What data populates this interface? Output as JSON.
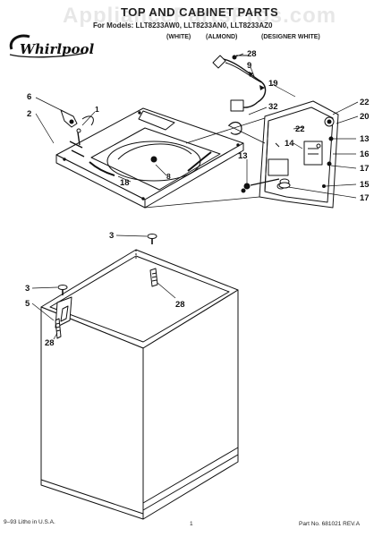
{
  "header": {
    "watermark": "AppliancePartsPros.com",
    "title": "TOP AND CABINET PARTS",
    "models": "For Models: LLT8233AW0,  LLT8233AN0,  LLT8233AZ0",
    "color_white": "(WHITE)",
    "color_almond": "(ALMOND)",
    "color_designer": "(DESIGNER WHITE)",
    "brand": "Whirlpool"
  },
  "callouts": [
    "28",
    "9",
    "19",
    "22",
    "6",
    "1",
    "32",
    "20",
    "2",
    "22",
    "14",
    "13",
    "16",
    "17",
    "8",
    "18",
    "13",
    "15",
    "17",
    "3",
    "3",
    "28",
    "5",
    "28"
  ],
  "footer": {
    "litho": "9–93 Litho in U.S.A.",
    "page": "1",
    "part_no": "Part No. 681021 REV.A"
  },
  "colors": {
    "ink": "#111111",
    "paper": "#ffffff"
  }
}
